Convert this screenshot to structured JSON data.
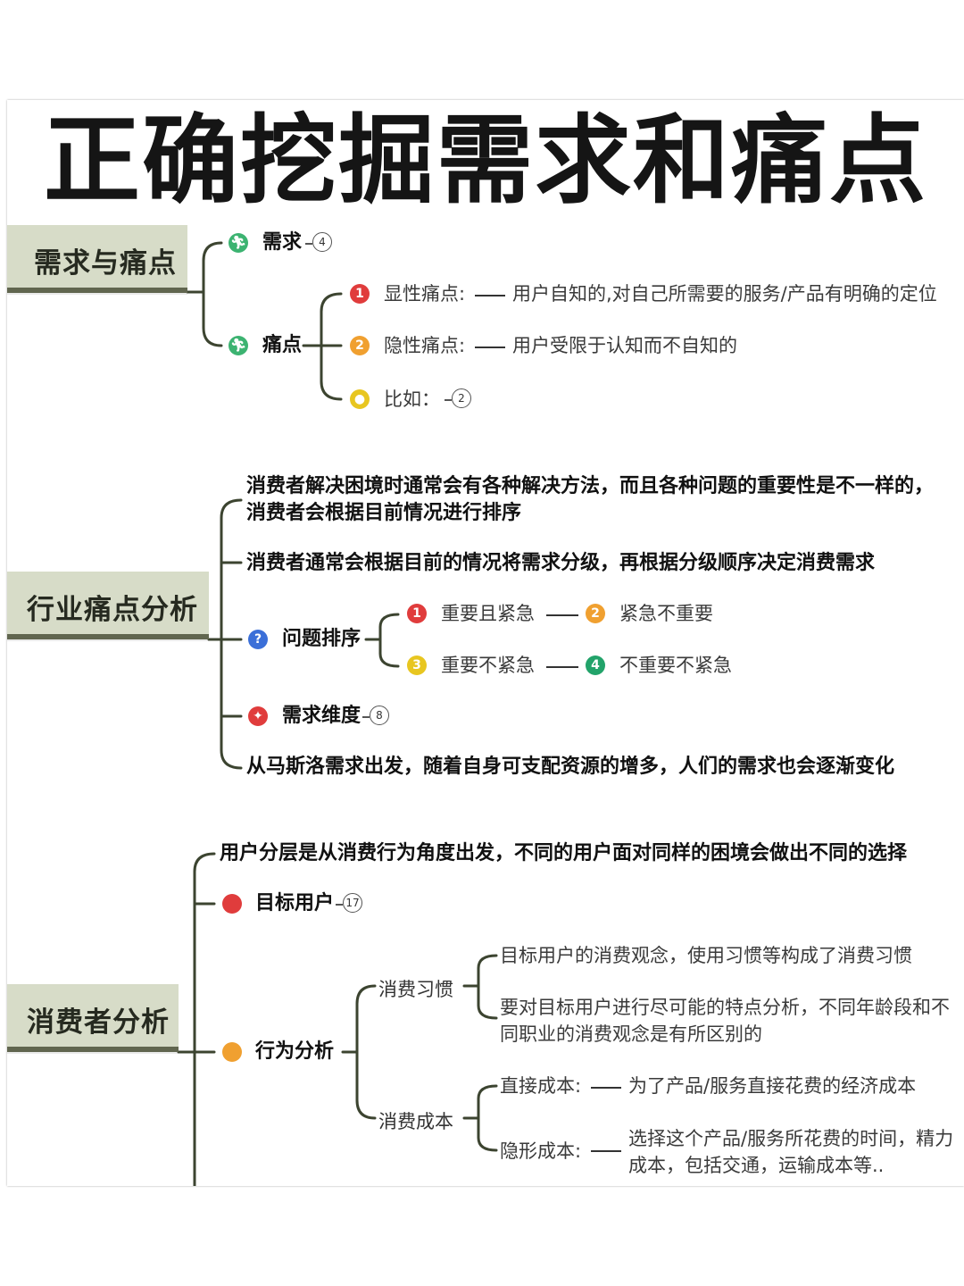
{
  "title": "正确挖掘需求和痛点",
  "colors": {
    "section_bg": "#d7dcc8",
    "section_border": "#61664f",
    "branch_line": "#3c4430",
    "green": "#3cb371",
    "red": "#e03c3c",
    "orange": "#f0a030",
    "yellow": "#e8c620",
    "blue": "#3b6fd8",
    "teal": "#22a36a"
  },
  "sections": {
    "s1": {
      "label": "需求与痛点",
      "demand": {
        "label": "需求",
        "count": "4",
        "icon": "runner-icon"
      },
      "pain": {
        "label": "痛点",
        "icon": "runner-icon",
        "items": [
          {
            "num": "1",
            "label": "显性痛点:",
            "desc": "用户自知的,对自己所需要的服务/产品有明确的定位"
          },
          {
            "num": "2",
            "label": "隐性痛点:",
            "desc": "用户受限于认知而不自知的"
          },
          {
            "label": "比如：",
            "count": "2",
            "icon": "lightbulb-icon"
          }
        ]
      }
    },
    "s2": {
      "label": "行业痛点分析",
      "line1a": "消费者解决困境时通常会有各种解决方法，而且各种问题的重要性是不一样的，",
      "line1b": "消费者会根据目前情况进行排序",
      "line2": "消费者通常会根据目前的情况将需求分级，再根据分级顺序决定消费需求",
      "ranking": {
        "label": "问题排序",
        "icon": "question-icon",
        "q": [
          {
            "num": "1",
            "label": "重要且紧急"
          },
          {
            "num": "2",
            "label": "紧急不重要"
          },
          {
            "num": "3",
            "label": "重要不紧急"
          },
          {
            "num": "4",
            "label": "不重要不紧急"
          }
        ]
      },
      "dimension": {
        "label": "需求维度",
        "count": "8",
        "icon": "pin-icon"
      },
      "line3": "从马斯洛需求出发，随着自身可支配资源的增多，人们的需求也会逐渐变化"
    },
    "s3": {
      "label": "消费者分析",
      "line1": "用户分层是从消费行为角度出发，不同的用户面对同样的困境会做出不同的选择",
      "target": {
        "label": "目标用户",
        "count": "17"
      },
      "behavior": {
        "label": "行为分析",
        "habit": {
          "label": "消费习惯",
          "a": "目标用户的消费观念，使用习惯等构成了消费习惯",
          "b1": "要对目标用户进行尽可能的特点分析，不同年龄段和不",
          "b2": "同职业的消费观念是有所区别的"
        },
        "cost": {
          "label": "消费成本",
          "direct_label": "直接成本:",
          "direct_desc": "为了产品/服务直接花费的经济成本",
          "hidden_label": "隐形成本:",
          "hidden_desc1": "选择这个产品/服务所花费的时间，精力",
          "hidden_desc2": "成本，包括交通，运输成本等.."
        }
      }
    }
  }
}
